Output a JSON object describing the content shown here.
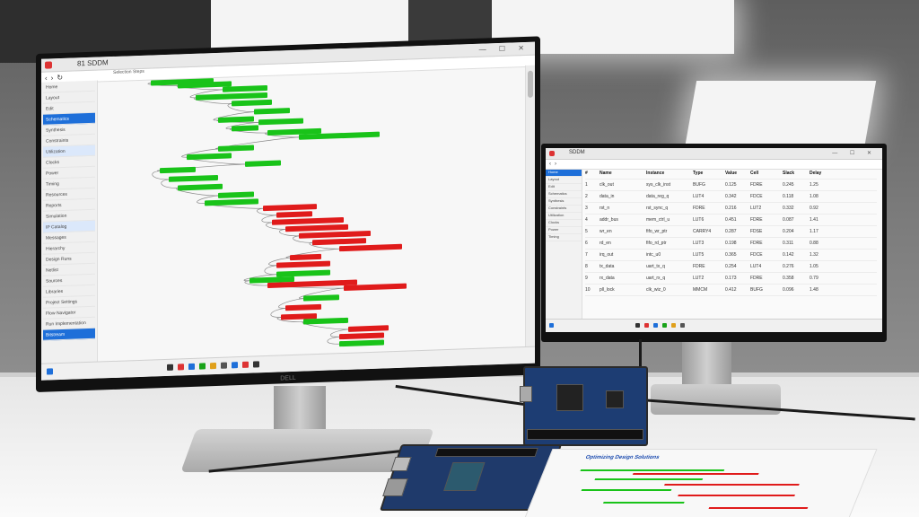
{
  "monitor1": {
    "app_title": "SDDM",
    "title_prefix": "81",
    "tool_caption": "Selection Steps",
    "brand": "DELL",
    "sidebar": {
      "items": [
        {
          "label": "Home",
          "active": false
        },
        {
          "label": "Layout",
          "active": false
        },
        {
          "label": "Edit",
          "active": false
        },
        {
          "label": "Schematics",
          "active": true
        },
        {
          "label": "Synthesis",
          "active": false
        },
        {
          "label": "Constraints",
          "active": false
        },
        {
          "label": "Utilization",
          "active": false
        },
        {
          "label": "Clocks",
          "active": false
        },
        {
          "label": "Power",
          "active": false
        },
        {
          "label": "Timing",
          "active": false
        },
        {
          "label": "Resources",
          "active": false
        },
        {
          "label": "Reports",
          "active": false
        },
        {
          "label": "Simulation",
          "active": false
        },
        {
          "label": "IP Catalog",
          "active": false
        },
        {
          "label": "Messages",
          "active": false
        },
        {
          "label": "Hierarchy",
          "active": false
        },
        {
          "label": "Design Runs",
          "active": false
        },
        {
          "label": "Netlist",
          "active": false
        },
        {
          "label": "Sources",
          "active": false
        },
        {
          "label": "Libraries",
          "active": false
        },
        {
          "label": "Project Settings",
          "active": false
        },
        {
          "label": "Flow Navigator",
          "active": false
        },
        {
          "label": "Run Implementation",
          "active": false
        },
        {
          "label": "Bitstream",
          "active": true
        }
      ]
    }
  },
  "monitor2": {
    "app_title": "SDDM",
    "table": {
      "headers": [
        "#",
        "Name",
        "Instance",
        "Type",
        "Value",
        "Cell",
        "Slack",
        "Delay"
      ],
      "rows": [
        [
          "1",
          "clk_out",
          "sys_clk_inst",
          "BUFG",
          "0.125",
          "FDRE",
          "0.245",
          "1.25"
        ],
        [
          "2",
          "data_in",
          "data_reg_q",
          "LUT4",
          "0.342",
          "FDCE",
          "0.118",
          "1.08"
        ],
        [
          "3",
          "rst_n",
          "rst_sync_q",
          "FDRE",
          "0.216",
          "LUT2",
          "0.332",
          "0.92"
        ],
        [
          "4",
          "addr_bus",
          "mem_ctrl_u",
          "LUT6",
          "0.451",
          "FDRE",
          "0.087",
          "1.41"
        ],
        [
          "5",
          "wr_en",
          "fifo_wr_ptr",
          "CARRY4",
          "0.287",
          "FDSE",
          "0.204",
          "1.17"
        ],
        [
          "6",
          "rd_en",
          "fifo_rd_ptr",
          "LUT3",
          "0.198",
          "FDRE",
          "0.311",
          "0.88"
        ],
        [
          "7",
          "irq_out",
          "intc_u0",
          "LUT5",
          "0.365",
          "FDCE",
          "0.142",
          "1.32"
        ],
        [
          "8",
          "tx_data",
          "uart_tx_q",
          "FDRE",
          "0.254",
          "LUT4",
          "0.276",
          "1.05"
        ],
        [
          "9",
          "rx_data",
          "uart_rx_q",
          "LUT2",
          "0.173",
          "FDRE",
          "0.358",
          "0.79"
        ],
        [
          "10",
          "pll_lock",
          "clk_wiz_0",
          "MMCM",
          "0.412",
          "BUFG",
          "0.096",
          "1.48"
        ]
      ]
    }
  },
  "paper": {
    "title": "Optimizing Design Solutions"
  },
  "colors": {
    "node_green": "#19c319",
    "node_red": "#e01b1b",
    "accent_blue": "#1e6fd9",
    "board_blue": "#1d3d73"
  }
}
